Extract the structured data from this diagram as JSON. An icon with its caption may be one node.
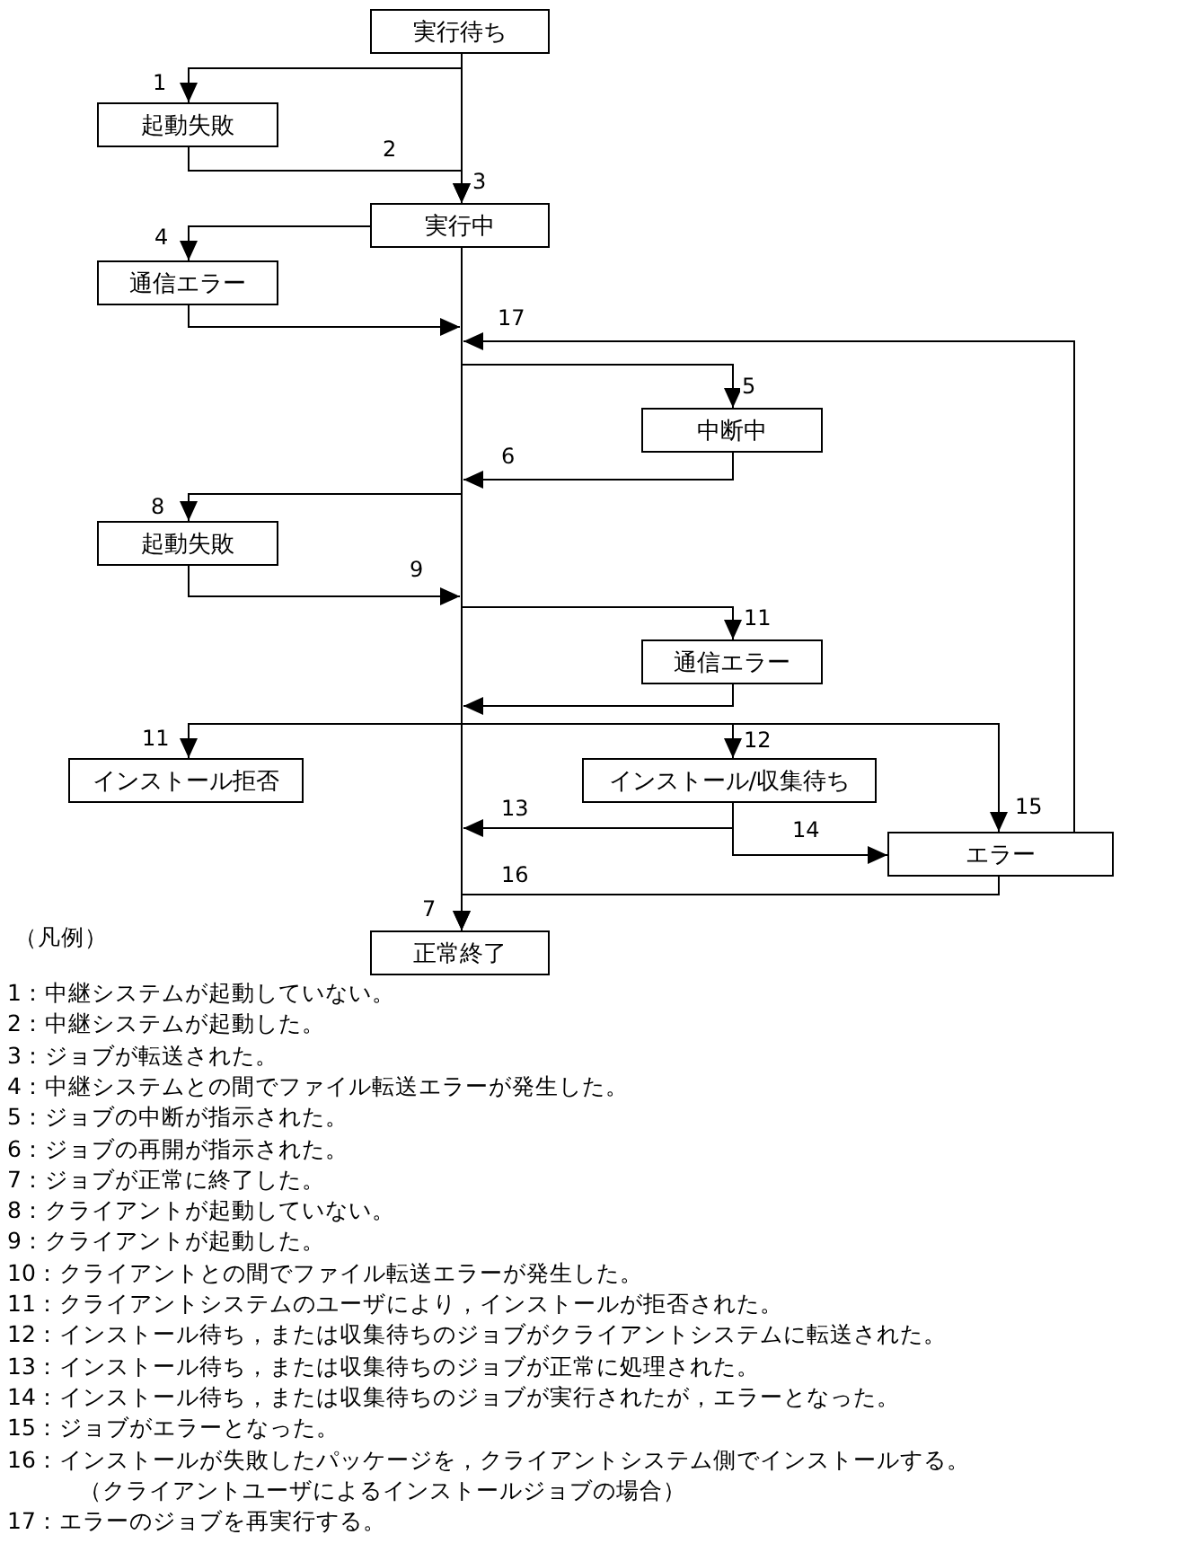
{
  "diagram": {
    "nodes": [
      {
        "text": [
          "実行待ち"
        ]
      },
      {
        "text": [
          "起動失敗"
        ]
      },
      {
        "text": [
          "実行中"
        ]
      },
      {
        "text": [
          "通信エラー"
        ]
      },
      {
        "text": [
          "中断中"
        ]
      },
      {
        "text": [
          "起動失敗"
        ]
      },
      {
        "text": [
          "通信エラー"
        ]
      },
      {
        "text": [
          "インストール拒否"
        ]
      },
      {
        "text": [
          "インストール/収集待ち"
        ]
      },
      {
        "text": [
          "エラー"
        ]
      },
      {
        "text": [
          "正常終了"
        ]
      }
    ],
    "edges": [
      {
        "from": 0,
        "to": 2,
        "arrow": "to",
        "label": "3"
      },
      {
        "from": 0,
        "to": 1,
        "arrow": "to",
        "label": "1"
      },
      {
        "from": 1,
        "to": 2,
        "arrow": "to",
        "label": "2"
      },
      {
        "from": 2,
        "to": 3,
        "arrow": "to",
        "label": "4"
      },
      {
        "from": 3,
        "to": null,
        "arrow": "to"
      },
      {
        "from": 9,
        "to": null,
        "arrow": "to",
        "label": "17"
      },
      {
        "from": null,
        "to": 4,
        "arrow": "to",
        "label": "5"
      },
      {
        "from": 4,
        "to": null,
        "arrow": "to",
        "label": "6"
      },
      {
        "from": null,
        "to": 5,
        "arrow": "to",
        "label": "8"
      },
      {
        "from": 5,
        "to": null,
        "arrow": "to",
        "label": "9"
      },
      {
        "from": null,
        "to": 6,
        "arrow": "to",
        "label": "11"
      },
      {
        "from": 6,
        "to": null,
        "arrow": "to"
      },
      {
        "from": null,
        "to": 7,
        "arrow": "to",
        "label": "11"
      },
      {
        "from": null,
        "to": 8,
        "arrow": "to",
        "label": "12"
      },
      {
        "from": null,
        "to": 9,
        "arrow": "to",
        "label": "15"
      },
      {
        "from": 8,
        "to": null,
        "arrow": "to",
        "label": "13"
      },
      {
        "from": 8,
        "to": 9,
        "arrow": "to",
        "label": "14"
      },
      {
        "from": 9,
        "to": 10,
        "arrow": "to",
        "label": "16"
      },
      {
        "from": 2,
        "to": 10,
        "arrow": "to",
        "label": "7"
      }
    ],
    "labels": [
      "（凡例）",
      "1：中継システムが起動していない。",
      "2：中継システムが起動した。",
      "3：ジョブが転送された。",
      "4：中継システムとの間でファイル転送エラーが発生した。",
      "5：ジョブの中断が指示された。",
      "6：ジョブの再開が指示された。",
      "7：ジョブが正常に終了した。",
      "8：クライアントが起動していない。",
      "9：クライアントが起動した。",
      "10：クライアントとの間でファイル転送エラーが発生した。",
      "11：クライアントシステムのユーザにより，インストールが拒否された。",
      "12：インストール待ち，または収集待ちのジョブがクライアントシステムに転送された。",
      "13：インストール待ち，または収集待ちのジョブが正常に処理された。",
      "14：インストール待ち，または収集待ちのジョブが実行されたが，エラーとなった。",
      "15：ジョブがエラーとなった。",
      "16：インストールが失敗したパッケージを，クライアントシステム側でインストールする。",
      "（クライアントユーザによるインストールジョブの場合）",
      "17：エラーのジョブを再実行する。"
    ]
  }
}
